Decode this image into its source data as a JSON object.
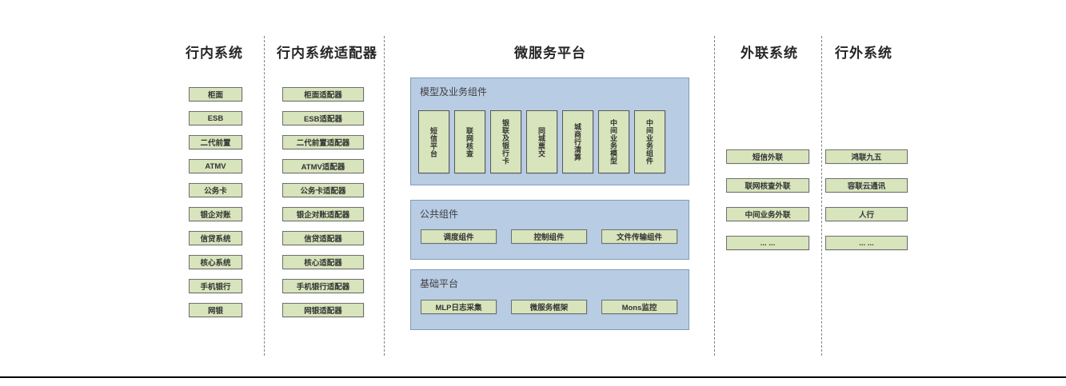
{
  "colors": {
    "box_green": "#d7e4bc",
    "box_green_border": "#6f6f6f",
    "panel_blue": "#b8cce4",
    "panel_blue_border": "#7f9db9",
    "dashed_separator": "#808080",
    "bottom_rule": "#000000",
    "text": "#333333"
  },
  "columns": {
    "internal": {
      "title": "行内系统",
      "items": [
        "柜面",
        "ESB",
        "二代前置",
        "ATMV",
        "公务卡",
        "银企对账",
        "信贷系统",
        "核心系统",
        "手机银行",
        "网银"
      ]
    },
    "adapters": {
      "title": "行内系统适配器",
      "items": [
        "柜面适配器",
        "ESB适配器",
        "二代前置适配器",
        "ATMV适配器",
        "公务卡适配器",
        "银企对账适配器",
        "信贷适配器",
        "核心适配器",
        "手机银行适配器",
        "网银适配器"
      ]
    },
    "platform": {
      "title": "微服务平台",
      "panels": {
        "model_business": {
          "title": "模型及业务组件",
          "items": [
            "短信平台",
            "联网核查",
            "银联及银行卡",
            "同城票交",
            "城商行清算",
            "中间业务模型",
            "中间业务组件"
          ]
        },
        "common": {
          "title": "公共组件",
          "items": [
            "调度组件",
            "控制组件",
            "文件传输组件"
          ]
        },
        "base": {
          "title": "基础平台",
          "items": [
            "MLP日志采集",
            "微服务框架",
            "Mons监控"
          ]
        }
      }
    },
    "outbound": {
      "title": "外联系统",
      "items": [
        "短信外联",
        "联网核查外联",
        "中间业务外联",
        "... ..."
      ]
    },
    "external": {
      "title": "行外系统",
      "items": [
        "鸿联九五",
        "容联云通讯",
        "人行",
        "... ..."
      ]
    }
  }
}
